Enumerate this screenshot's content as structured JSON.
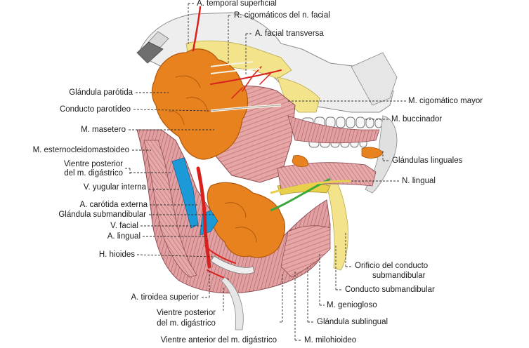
{
  "labels": {
    "temporal_superficial": "A. temporal superficial",
    "r_cigomaticos": "R. cigomáticos del n. facial",
    "facial_transversa": "A. facial transversa",
    "glandula_parotida": "Glándula parótida",
    "conducto_parotideo": "Conducto parotídeo",
    "masetero": "M. masetero",
    "esternocleidomastoideo": "M. esternocleidomastoideo",
    "vientre_posterior_1": "Vientre posterior",
    "del_m_digastrico_1": "del m. digástrico",
    "yugular_interna": "V. yugular interna",
    "carotida_externa": "A. carótida externa",
    "glandula_submandibular": "Glándula submandibular",
    "v_facial": "V. facial",
    "a_lingual": "A. lingual",
    "h_hioides": "H. hioides",
    "tiroidea_superior": "A. tiroidea superior",
    "vientre_posterior_2": "Vientre posterior",
    "del_m_digastrico_2": "del m. digástrico",
    "vientre_anterior": "Vientre anterior del m. digástrico",
    "milohioideo": "M. milohioideo",
    "glandula_sublingual": "Glándula sublingual",
    "geniogloso": "M. geniogloso",
    "conducto_submandibular": "Conducto submandibular",
    "orificio_1": "Orificio del conducto",
    "orificio_2": "submandibular",
    "n_lingual": "N. lingual",
    "glandulas_linguales": "Glándulas linguales",
    "buccinador": "M. buccinador",
    "cigomatico_mayor": "M. cigomático mayor"
  },
  "colors": {
    "gland": "#e8821e",
    "gland_dark": "#c9650f",
    "muscle": "#e7a6a6",
    "muscle_stripe": "#b86c6c",
    "artery": "#d8201e",
    "vein": "#1c9ad8",
    "fat": "#f3e48c",
    "bone": "#eeeeee",
    "nerve": "#f6f3e6",
    "green": "#3aa83a",
    "line": "#333333"
  }
}
